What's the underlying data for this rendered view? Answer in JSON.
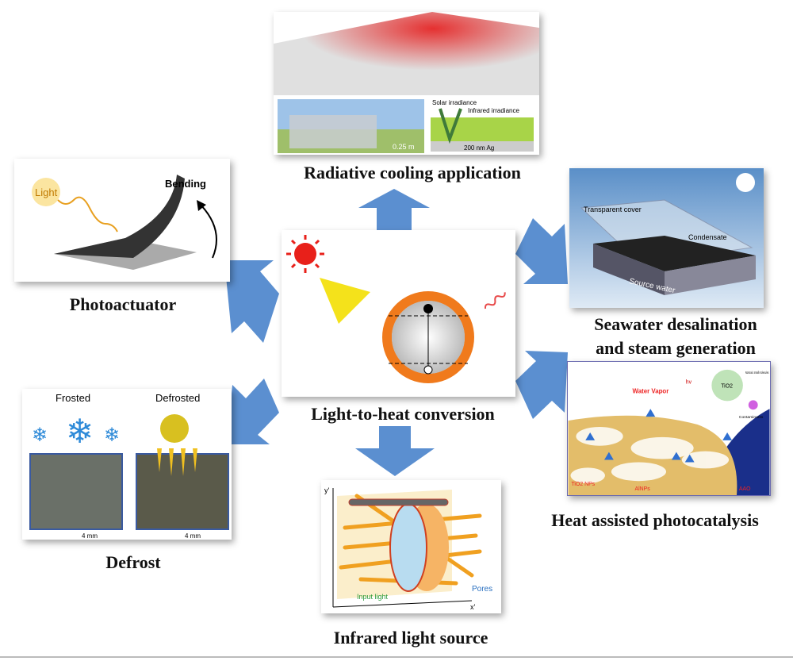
{
  "center": {
    "title": "Light-to-heat conversion"
  },
  "radiative": {
    "title": "Radiative cooling application",
    "solar": "Solar irradiance",
    "infrared": "Infrared irradiance",
    "ag": "200 nm Ag",
    "scale": "0.25 m"
  },
  "photoactuator": {
    "title": "Photoactuator",
    "light": "Light",
    "bending": "Bending"
  },
  "seawater": {
    "title_line1": "Seawater desalination",
    "title_line2": "and steam generation",
    "cover": "Transparent cover",
    "condensate": "Condensate",
    "source": "Source water"
  },
  "photocatalysis": {
    "title": "Heat assisted photocatalysis",
    "vapor": "Water Vapor",
    "hv": "hv",
    "tio2": "TiO2",
    "nontoxic": "Nontoxic small molecules",
    "contaminants": "Contaminants",
    "tio2nps": "TiO2 NPs",
    "alnps": "AlNPs",
    "aao": "AAO"
  },
  "defrost": {
    "title": "Defrost",
    "frosted": "Frosted",
    "defrosted": "Defrosted",
    "scale": "4 mm"
  },
  "infrared": {
    "title": "Infrared light source",
    "y_axis": "y'",
    "x_axis": "x'",
    "input": "Input light",
    "pores": "Pores"
  },
  "colors": {
    "arrow": "#5b8fd0"
  }
}
